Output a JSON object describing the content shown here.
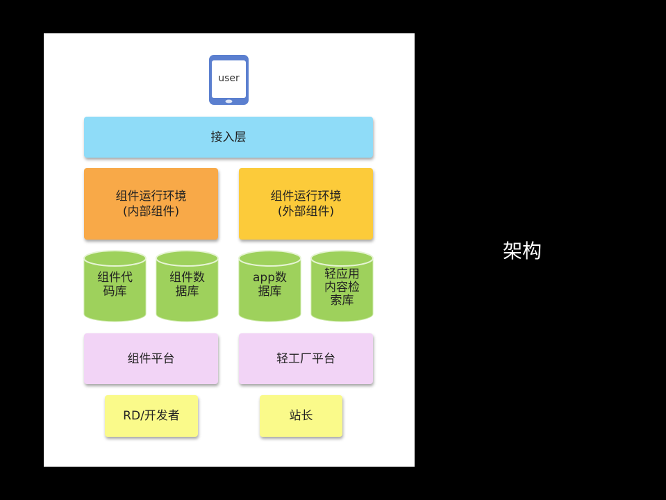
{
  "slide_title": "架构",
  "user_label": "user",
  "access_layer": "接入层",
  "runtime_internal": "组件运行环境\n(内部组件)",
  "runtime_external": "组件运行环境\n(外部组件)",
  "databases": [
    "组件代\n码库",
    "组件数\n据库",
    "app数\n据库",
    "轻应用\n内容检\n索库"
  ],
  "component_platform": "组件平台",
  "light_factory_platform": "轻工厂平台",
  "developer": "RD/开发者",
  "webmaster": "站长",
  "colors": {
    "access": "#8fdcf8",
    "internal": "#f8a948",
    "external": "#fccb3a",
    "db": "#9ed15c",
    "platform": "#f2d4f6",
    "actor": "#fafa8a"
  }
}
